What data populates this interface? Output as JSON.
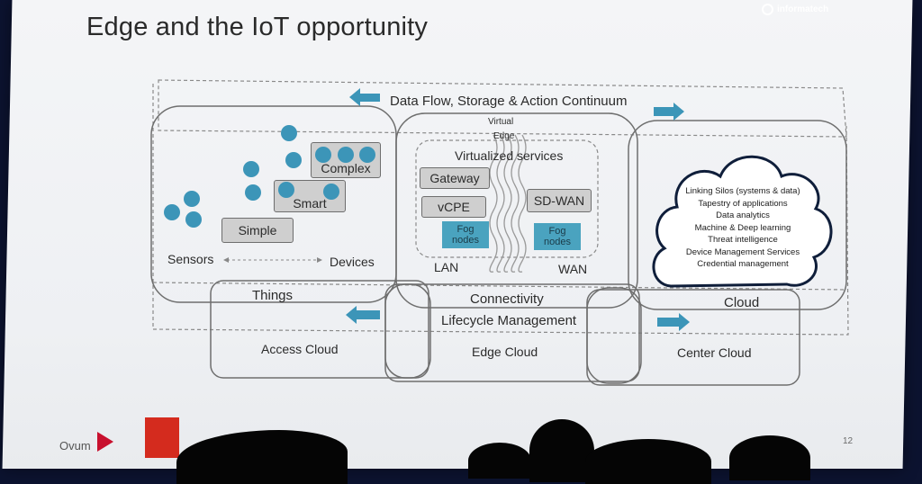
{
  "slide": {
    "title": "Edge and the IoT opportunity",
    "page_number": "12",
    "brand": "informatech",
    "footer_logo": "Ovum"
  },
  "diagram": {
    "continuum_label": "Data Flow, Storage & Action Continuum",
    "virtual_edge": [
      "Virtual",
      "Edge"
    ],
    "things": {
      "label": "Things",
      "tiers": [
        "Complex",
        "Smart",
        "Simple"
      ],
      "sensors_label": "Sensors",
      "devices_label": "Devices"
    },
    "connectivity": {
      "label": "Connectivity",
      "virtualized_label": "Virtualized services",
      "gateway": "Gateway",
      "vcpe": "vCPE",
      "sdwan": "SD-WAN",
      "fog_nodes": [
        "Fog",
        "nodes"
      ],
      "lan": "LAN",
      "wan": "WAN"
    },
    "cloud": {
      "label": "Cloud",
      "items": [
        "Linking Silos (systems & data)",
        "Tapestry of applications",
        "Data analytics",
        "Machine & Deep learning",
        "Threat intelligence",
        "Device Management Services",
        "Credential management"
      ]
    },
    "lifecycle_label": "Lifecycle Management",
    "bottom": {
      "access": "Access Cloud",
      "edge": "Edge Cloud",
      "center": "Center Cloud"
    },
    "colors": {
      "accent": "#3c95b8",
      "fog": "#4aa3bf",
      "box": "#cfcfcf"
    }
  }
}
